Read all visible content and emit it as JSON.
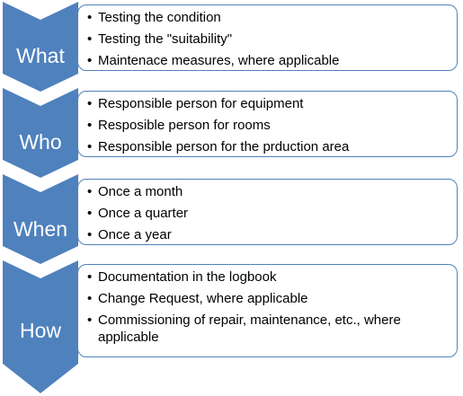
{
  "colors": {
    "chevron_fill": "#4f81bd",
    "chevron_text": "#ffffff",
    "card_border": "#4f81bd",
    "card_background": "#ffffff",
    "text": "#000000"
  },
  "bullet_glyph": "•",
  "rows": [
    {
      "label": "What",
      "items": [
        "Testing the condition",
        "Testing the \"suitability\"",
        "Maintenace measures, where applicable"
      ]
    },
    {
      "label": "Who",
      "items": [
        "Responsible person for equipment",
        "Resposible person for rooms",
        "Responsible person for the prduction area"
      ]
    },
    {
      "label": "When",
      "items": [
        "Once a month",
        "Once a quarter",
        "Once a year"
      ]
    },
    {
      "label": "How",
      "items": [
        "Documentation in the logbook",
        "Change Request, where applicable",
        "Commissioning of repair, maintenance, etc., where applicable"
      ]
    }
  ]
}
